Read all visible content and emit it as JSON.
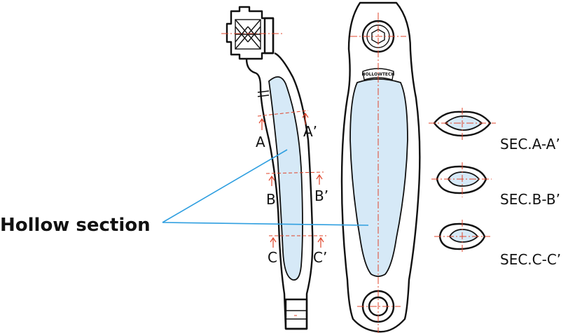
{
  "labels": {
    "hollow_section": "Hollow section",
    "section_a_left": "A",
    "section_a_right": "A’",
    "section_b_left": "B",
    "section_b_right": "B’",
    "section_c_left": "C",
    "section_c_right": "C’",
    "sec_a": "SEC.A-A’",
    "sec_b": "SEC.B-B’",
    "sec_c": "SEC.C-C’",
    "brand": "HOLLOWTECH"
  },
  "colors": {
    "hollow_fill": "#d6e9f7",
    "centerline": "#e0452b",
    "leader": "#2f9fe0",
    "ink": "#111111"
  }
}
